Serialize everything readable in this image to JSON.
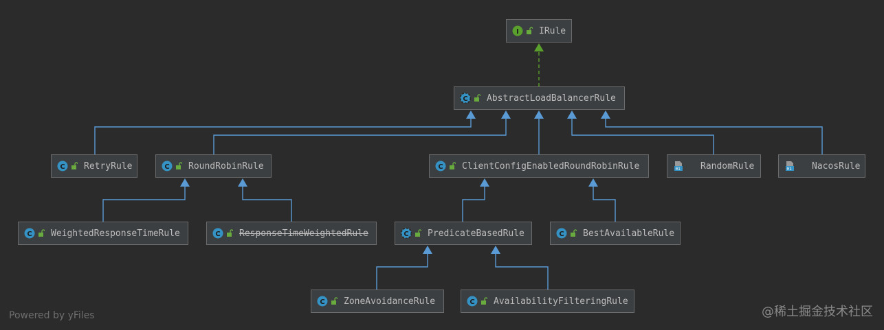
{
  "colors": {
    "background": "#2b2b2b",
    "node_fill": "#3c3f41",
    "node_border": "#6b6b6b",
    "text": "#bbbbbb",
    "inherit_edge": "#5b9bd5",
    "implements_edge": "#5aa02c",
    "class_icon": "#3592c4",
    "interface_icon": "#5aa02c",
    "lock_icon": "#6aab40"
  },
  "nodes": [
    {
      "id": "irule",
      "label": "IRule",
      "icon": "interface-icon"
    },
    {
      "id": "abstract",
      "label": "AbstractLoadBalancerRule",
      "icon": "abstract-class-icon"
    },
    {
      "id": "retry",
      "label": "RetryRule",
      "icon": "class-icon"
    },
    {
      "id": "roundrobin",
      "label": "RoundRobinRule",
      "icon": "class-icon"
    },
    {
      "id": "clientconfig",
      "label": "ClientConfigEnabledRoundRobinRule",
      "icon": "class-icon"
    },
    {
      "id": "random",
      "label": "RandomRule",
      "icon": "binary-class-icon"
    },
    {
      "id": "nacos",
      "label": "NacosRule",
      "icon": "binary-class-icon"
    },
    {
      "id": "weighted",
      "label": "WeightedResponseTimeRule",
      "icon": "class-icon"
    },
    {
      "id": "rtweighted",
      "label": "ResponseTimeWeightedRule",
      "icon": "class-icon",
      "deprecated": true
    },
    {
      "id": "predicate",
      "label": "PredicateBasedRule",
      "icon": "abstract-class-icon"
    },
    {
      "id": "bestavail",
      "label": "BestAvailableRule",
      "icon": "class-icon"
    },
    {
      "id": "zone",
      "label": "ZoneAvoidanceRule",
      "icon": "class-icon"
    },
    {
      "id": "availfilter",
      "label": "AvailabilityFilteringRule",
      "icon": "class-icon"
    }
  ],
  "edges": [
    {
      "from": "abstract",
      "to": "irule",
      "type": "implements"
    },
    {
      "from": "retry",
      "to": "abstract",
      "type": "extends"
    },
    {
      "from": "roundrobin",
      "to": "abstract",
      "type": "extends"
    },
    {
      "from": "clientconfig",
      "to": "abstract",
      "type": "extends"
    },
    {
      "from": "random",
      "to": "abstract",
      "type": "extends"
    },
    {
      "from": "nacos",
      "to": "abstract",
      "type": "extends"
    },
    {
      "from": "weighted",
      "to": "roundrobin",
      "type": "extends"
    },
    {
      "from": "rtweighted",
      "to": "roundrobin",
      "type": "extends"
    },
    {
      "from": "predicate",
      "to": "clientconfig",
      "type": "extends"
    },
    {
      "from": "bestavail",
      "to": "clientconfig",
      "type": "extends"
    },
    {
      "from": "zone",
      "to": "predicate",
      "type": "extends"
    },
    {
      "from": "availfilter",
      "to": "predicate",
      "type": "extends"
    }
  ],
  "footer": {
    "powered_by": "Powered by yFiles",
    "watermark": "@稀土掘金技术社区"
  }
}
